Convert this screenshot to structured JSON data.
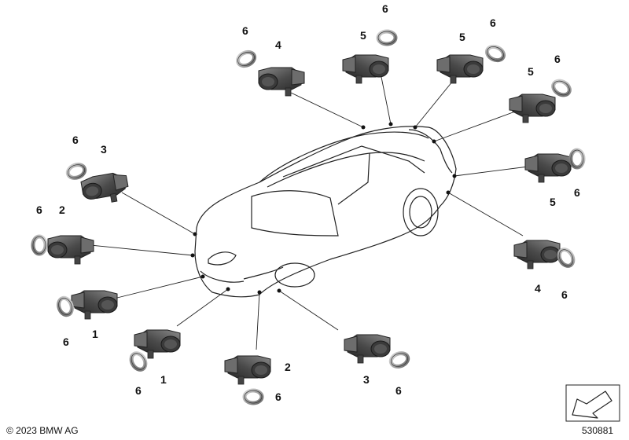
{
  "footer": {
    "copyright": "© 2023 BMW AG",
    "diagram_id": "530881"
  },
  "part_labels": {
    "s3_main": "3",
    "s3_ring": "6",
    "s2l_main": "2",
    "s2l_ring": "6",
    "s1l_main": "1",
    "s1l_ring": "6",
    "f1_main": "1",
    "f1_ring": "6",
    "f2_main": "2",
    "f2_ring": "6",
    "f3_main": "3",
    "f3_ring": "6",
    "t4_main": "4",
    "t4_ring": "6",
    "t5a_main": "5",
    "t5a_ring": "6",
    "t5b_main": "5",
    "t5b_ring": "6",
    "r5a_main": "5",
    "r5a_ring": "6",
    "r5b_main": "5",
    "r5b_ring": "6",
    "r4_main": "4",
    "r4_ring": "6"
  },
  "icons": {
    "nav": "next-page-arrow-icon"
  }
}
